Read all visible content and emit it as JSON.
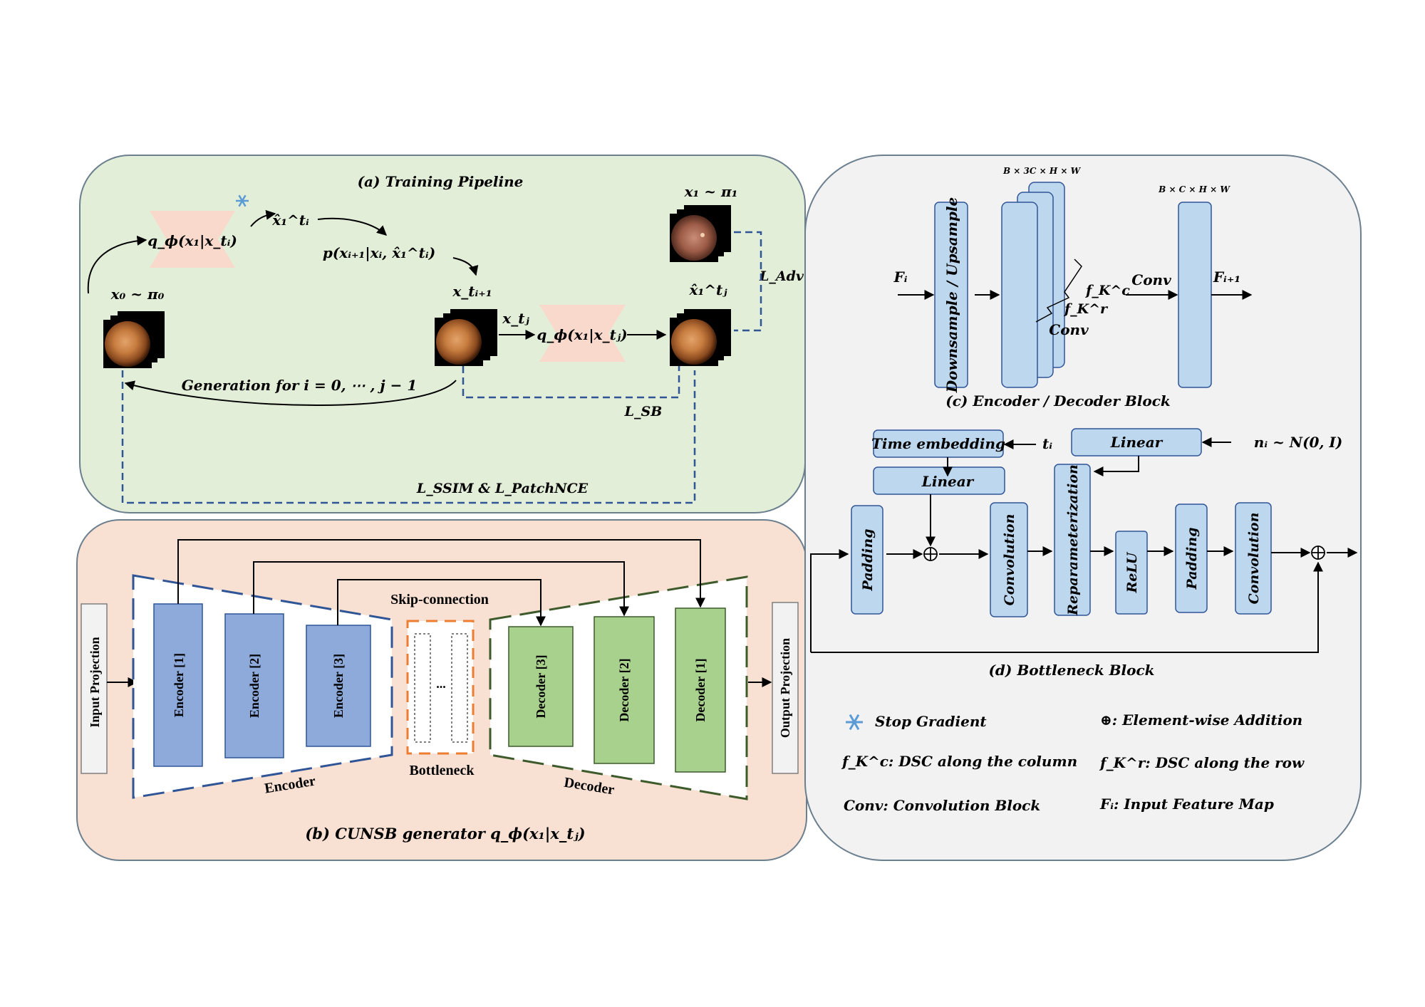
{
  "panel_a": {
    "title": "(a) Training Pipeline",
    "x0_label": "x₀ ~ π₀",
    "x1_label": "x₁ ~ π₁",
    "q_ti": "q_ϕ(x₁|x_tᵢ)",
    "q_tj": "q_ϕ(x₁|x_tⱼ)",
    "xhat_ti": "x̂₁^tᵢ",
    "xhat_tj": "x̂₁^tⱼ",
    "transition": "p(xᵢ₊₁|xᵢ, x̂₁^tᵢ)",
    "x_ti1": "x_tᵢ₊₁",
    "x_tj": "x_tⱼ",
    "generation": "Generation for i = 0, ⋯ , j − 1",
    "l_adv": "L_Adv",
    "l_sb": "L_SB",
    "l_ssim": "L_SSIM & L_PatchNCE"
  },
  "panel_b": {
    "title": "(b) CUNSB generator q_ϕ(x₁|x_tⱼ)",
    "input_projection": "Input Projection",
    "output_projection": "Output Projection",
    "encoder1": "Encoder [1]",
    "encoder2": "Encoder [2]",
    "encoder3": "Encoder [3]",
    "decoder1": "Decoder [1]",
    "decoder2": "Decoder [2]",
    "decoder3": "Decoder [3]",
    "skip": "Skip-connection",
    "bottleneck": "Bottleneck",
    "bottleneck_dots": "...",
    "encoder": "Encoder",
    "decoder": "Decoder"
  },
  "panel_c": {
    "title": "(c) Encoder / Decoder Block",
    "fi": "Fᵢ",
    "fi1": "Fᵢ₊₁",
    "downsample": "Downsample / Upsample",
    "shape1": "B × 3C × H × W",
    "shape2": "B × C × H × W",
    "fkc": "f_K^c",
    "fkr": "f_K^r",
    "conv_a": "Conv",
    "conv_b": "Conv"
  },
  "panel_d": {
    "title": "(d) Bottleneck Block",
    "time_embedding": "Time embedding",
    "ti": "tᵢ",
    "linear1": "Linear",
    "linear2": "Linear",
    "noise": "nᵢ ~ N(0, I)",
    "padding1": "Padding",
    "convolution1": "Convolution",
    "reparam": "Reparameterization",
    "relu": "ReLU",
    "padding2": "Padding",
    "convolution2": "Convolution"
  },
  "legend": {
    "stop_gradient": "Stop Gradient",
    "element_wise": "⊕:  Element-wise Addition",
    "fkc_desc": "f_K^c: DSC along the column",
    "fkr_desc": "f_K^r: DSC along the row",
    "conv_desc": "Conv: Convolution Block",
    "fi_desc": "Fᵢ: Input Feature Map"
  },
  "colors": {
    "green_bg": "#e2eed8",
    "peach_bg": "#f8e0d3",
    "gray_bg": "#f2f2f2",
    "blue_box": "#bdd7ee",
    "encoder_fill": "#8eaadb",
    "decoder_fill": "#a9d18e",
    "dash_blue": "#2f5597",
    "dash_green": "#3d5a2a",
    "dash_orange": "#ed7d31",
    "q_fill": "#f9d9cc"
  }
}
